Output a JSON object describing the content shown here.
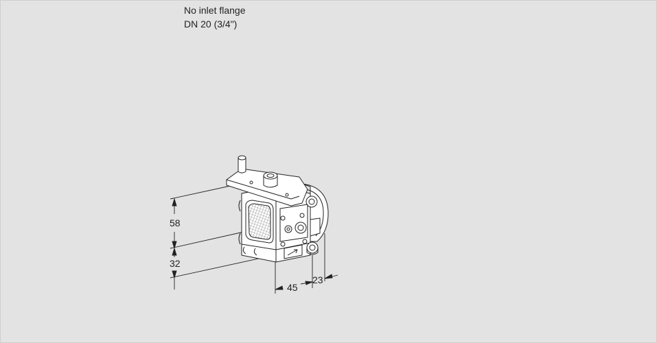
{
  "caption": {
    "line1": "No inlet flange",
    "line2": "DN 20 (3/4\")"
  },
  "dimensions": {
    "height_upper": "58",
    "height_lower": "32",
    "depth_front": "45",
    "depth_side": "23"
  },
  "colors": {
    "background": "#e3e3e3",
    "line": "#222222",
    "part_fill": "#ffffff"
  }
}
